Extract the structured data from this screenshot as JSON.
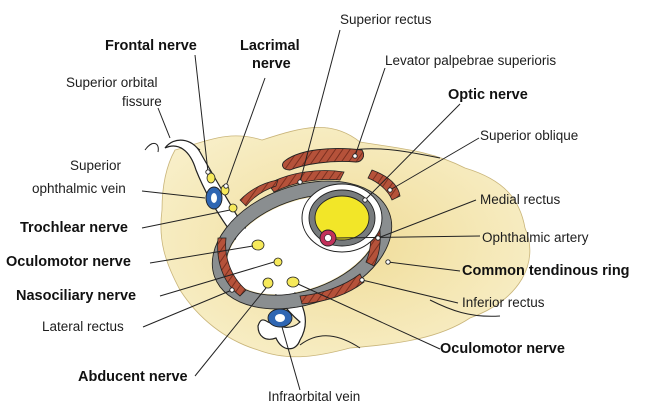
{
  "labels": {
    "frontal_nerve": "Frontal nerve",
    "lacrimal_nerve_l1": "Lacrimal",
    "lacrimal_nerve_l2": "nerve",
    "superior_rectus": "Superior rectus",
    "levator": "Levator palpebrae superioris",
    "superior_orbital_fissure_l1": "Superior orbital",
    "superior_orbital_fissure_l2": "fissure",
    "optic_nerve": "Optic nerve",
    "superior_oblique": "Superior oblique",
    "superior_ophthalmic_vein_l1": "Superior",
    "superior_ophthalmic_vein_l2": "ophthalmic vein",
    "medial_rectus": "Medial rectus",
    "trochlear_nerve": "Trochlear nerve",
    "ophthalmic_artery": "Ophthalmic artery",
    "oculomotor_nerve_left": "Oculomotor nerve",
    "common_tendinous_ring": "Common tendinous ring",
    "nasociliary_nerve": "Nasociliary nerve",
    "inferior_rectus": "Inferior rectus",
    "lateral_rectus": "Lateral rectus",
    "oculomotor_nerve_right": "Oculomotor nerve",
    "abducent_nerve": "Abducent nerve",
    "infraorbital_vein": "Infraorbital vein"
  },
  "colors": {
    "bone": "#f4e7b4",
    "bone_dark": "#e6d08a",
    "ring": "#8a8e90",
    "muscle": "#b5523a",
    "muscle_stripe": "#7a2f1f",
    "nerve": "#f6e95a",
    "optic": "#f2e628",
    "vein": "#2f66b3",
    "artery": "#c2305a"
  }
}
